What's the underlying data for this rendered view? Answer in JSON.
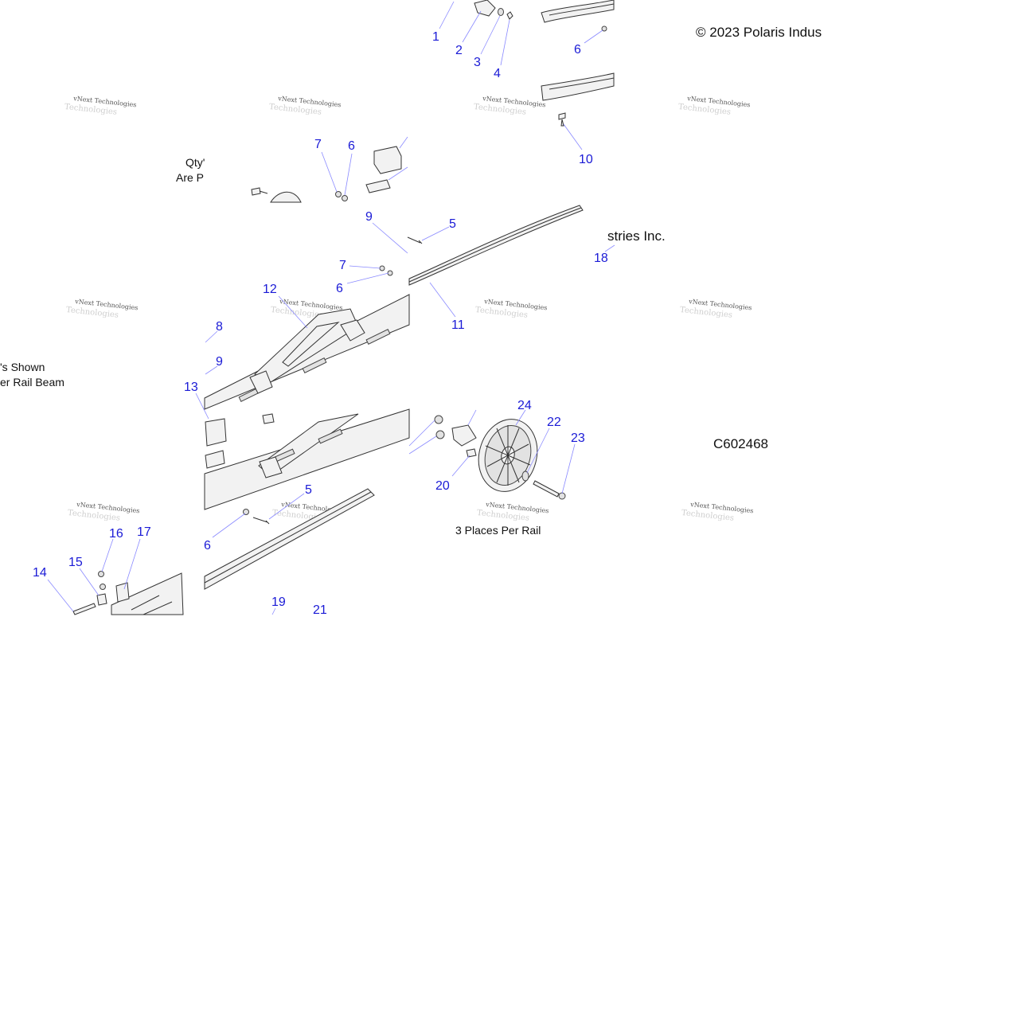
{
  "copyright": "© 2023 Polaris Indus",
  "copyright_tail": "stries Inc.",
  "diagram_code": "C602468",
  "notes": {
    "qty_line1": "Qty'",
    "qty_line2": "Are P",
    "shown_line1": "'s Shown",
    "shown_line2": "er Rail Beam",
    "places": "3 Places Per Rail"
  },
  "watermark": {
    "line1": "vNext Technologies",
    "line2": "Technologies"
  },
  "callouts": [
    {
      "id": "c1",
      "label": "1"
    },
    {
      "id": "c2",
      "label": "2"
    },
    {
      "id": "c3",
      "label": "3"
    },
    {
      "id": "c4",
      "label": "4"
    },
    {
      "id": "c6a",
      "label": "6"
    },
    {
      "id": "c10",
      "label": "10"
    },
    {
      "id": "c7a",
      "label": "7"
    },
    {
      "id": "c6b",
      "label": "6"
    },
    {
      "id": "c9a",
      "label": "9"
    },
    {
      "id": "c5a",
      "label": "5"
    },
    {
      "id": "c18",
      "label": "18"
    },
    {
      "id": "c7b",
      "label": "7"
    },
    {
      "id": "c12",
      "label": "12"
    },
    {
      "id": "c6c",
      "label": "6"
    },
    {
      "id": "c11",
      "label": "11"
    },
    {
      "id": "c8",
      "label": "8"
    },
    {
      "id": "c9b",
      "label": "9"
    },
    {
      "id": "c13",
      "label": "13"
    },
    {
      "id": "c24",
      "label": "24"
    },
    {
      "id": "c22",
      "label": "22"
    },
    {
      "id": "c23",
      "label": "23"
    },
    {
      "id": "c5b",
      "label": "5"
    },
    {
      "id": "c20",
      "label": "20"
    },
    {
      "id": "c16",
      "label": "16"
    },
    {
      "id": "c17",
      "label": "17"
    },
    {
      "id": "c6d",
      "label": "6"
    },
    {
      "id": "c14",
      "label": "14"
    },
    {
      "id": "c15",
      "label": "15"
    },
    {
      "id": "c19",
      "label": "19"
    },
    {
      "id": "c21",
      "label": "21"
    }
  ],
  "colors": {
    "callout": "#1a1ad6",
    "leader": "#8a8aff",
    "text": "#111111"
  }
}
